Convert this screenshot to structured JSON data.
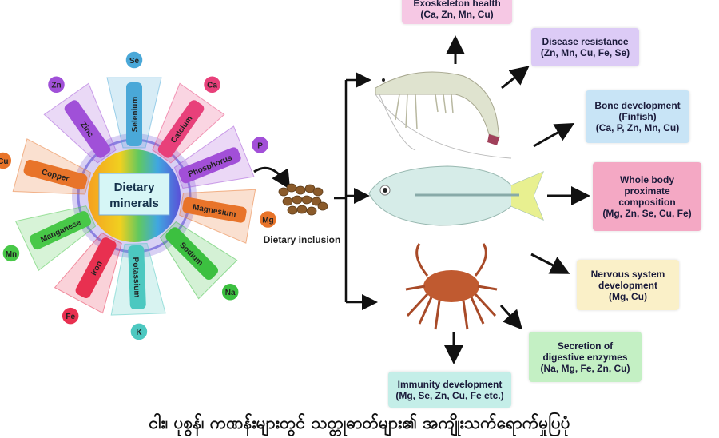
{
  "hub": {
    "line1": "Dietary",
    "line2": "minerals"
  },
  "minerals": [
    {
      "name": "Selenium",
      "symbol": "Se",
      "color": "#4aa8d8"
    },
    {
      "name": "Calcium",
      "symbol": "Ca",
      "color": "#e8407a"
    },
    {
      "name": "Phosphorus",
      "symbol": "P",
      "color": "#a24fd8"
    },
    {
      "name": "Magnesium",
      "symbol": "Mg",
      "color": "#e8742a"
    },
    {
      "name": "Sodium",
      "symbol": "Na",
      "color": "#3cc040"
    },
    {
      "name": "Potassium",
      "symbol": "K",
      "color": "#4cc8c0"
    },
    {
      "name": "Iron",
      "symbol": "Fe",
      "color": "#e83050"
    },
    {
      "name": "Manganese",
      "symbol": "Mn",
      "color": "#48c848"
    },
    {
      "name": "Copper",
      "symbol": "Cu",
      "color": "#e8742a"
    },
    {
      "name": "Zinc",
      "symbol": "Zn",
      "color": "#a050d8"
    }
  ],
  "inclusion_label": "Dietary inclusion",
  "effects": {
    "exoskeleton": {
      "lines": [
        "Exoskeleton health",
        "(Ca, Zn, Mn, Cu)"
      ],
      "color": "#f6c8e4"
    },
    "disease": {
      "lines": [
        "Disease resistance",
        "(Zn, Mn, Cu, Fe, Se)"
      ],
      "color": "#dccbf6"
    },
    "bone": {
      "lines": [
        "Bone development",
        "(Finfish)",
        "(Ca, P, Zn, Mn, Cu)"
      ],
      "color": "#c8e4f6"
    },
    "proximate": {
      "lines": [
        "Whole body",
        "proximate",
        "composition",
        "(Mg, Zn, Se, Cu, Fe)"
      ],
      "color": "#f4a8c4"
    },
    "nervous": {
      "lines": [
        "Nervous system",
        "development",
        "(Mg, Cu)"
      ],
      "color": "#faf0c8"
    },
    "digestive": {
      "lines": [
        "Secretion of",
        "digestive enzymes",
        "(Na, Mg, Fe, Zn, Cu)"
      ],
      "color": "#c4f0c4"
    },
    "immunity": {
      "lines": [
        "Immunity development",
        "(Mg, Se, Zn, Cu, Fe etc.)"
      ],
      "color": "#c4eee8"
    }
  },
  "caption": "ငါး၊ ပုစွန်၊ ကဏန်းများတွင် သတ္တုဓာတ်များ၏ အကျိုးသက်ရောက်မှုပြပုံ"
}
